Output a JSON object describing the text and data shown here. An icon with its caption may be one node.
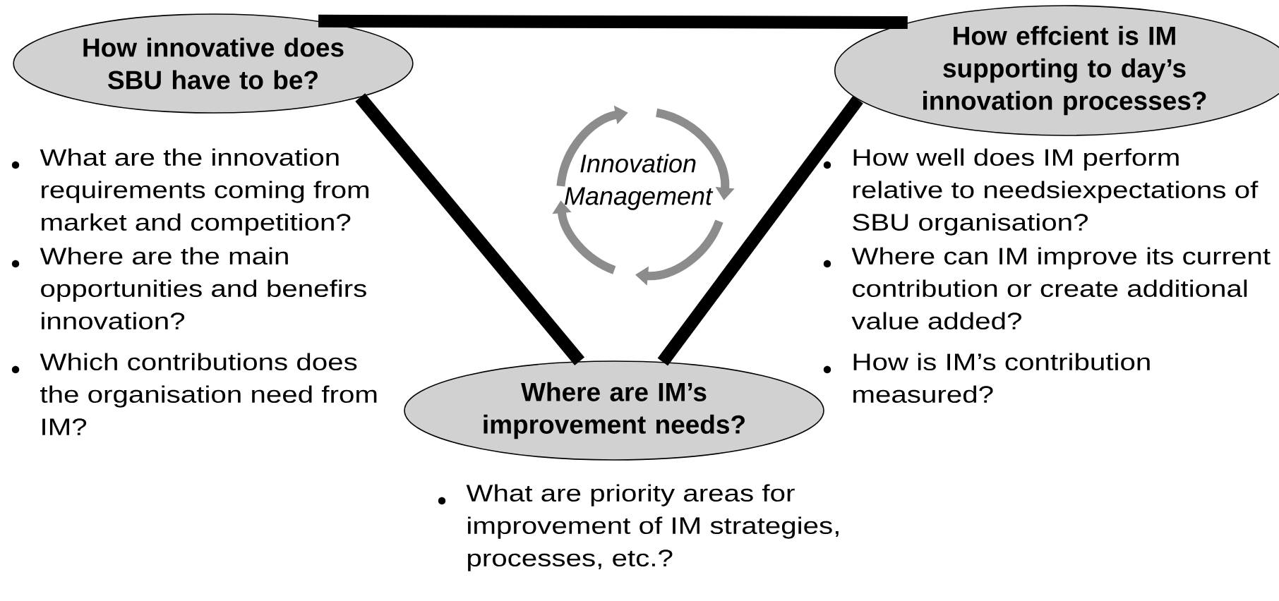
{
  "diagram": {
    "nodes": [
      {
        "text": [
          "How innovative does SBU have to be?"
        ],
        "beside": [
          "What are the innovation requirements coming from market and competition?",
          "Where are the main opportunities and benefirs innovation?",
          "Which contributions does the organisation need from IM?"
        ]
      },
      {
        "text": [
          "How effcient is IM supporting to day’s innovation processes?"
        ],
        "beside": [
          "How well does IM perform relative to needsiexpectations of SBU organisation?",
          "Where can IM improve its current contribution or create additional value added?",
          "How is IM’s contribution measured?"
        ]
      },
      {
        "text": [
          "Where are IM’s improvement needs?"
        ],
        "beside": [
          "What are priority areas for improvement of IM strategies, processes, etc.?"
        ]
      }
    ],
    "edges": [
      {
        "from": 0,
        "to": 1,
        "arrow": "none"
      },
      {
        "from": 0,
        "to": 2,
        "arrow": "none"
      },
      {
        "from": 1,
        "to": 2,
        "arrow": "none"
      }
    ],
    "labels": [
      "Innovation Management"
    ]
  }
}
